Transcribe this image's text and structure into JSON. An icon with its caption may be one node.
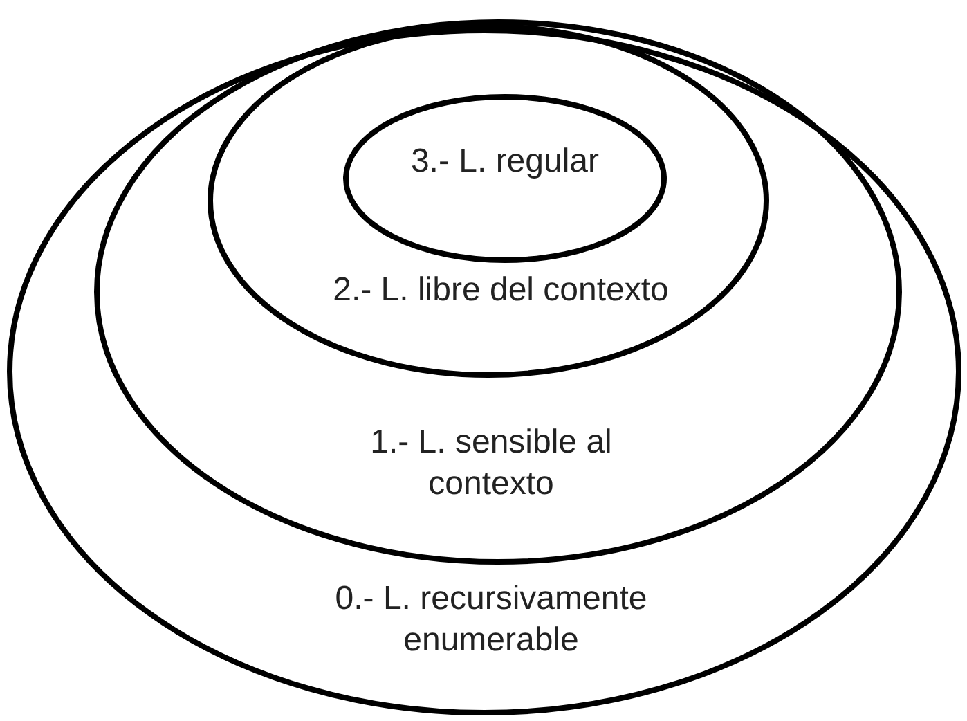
{
  "diagram": {
    "nodes": [
      {
        "text": [
          "0.- L. recursivamente enumerable"
        ]
      },
      {
        "text": [
          "1.- L. sensible al contexto"
        ],
        "in": 0
      },
      {
        "text": [
          "2.- L. libre del contexto"
        ],
        "in": 1
      },
      {
        "text": [
          "3.- L. regular"
        ],
        "in": 2
      }
    ]
  }
}
